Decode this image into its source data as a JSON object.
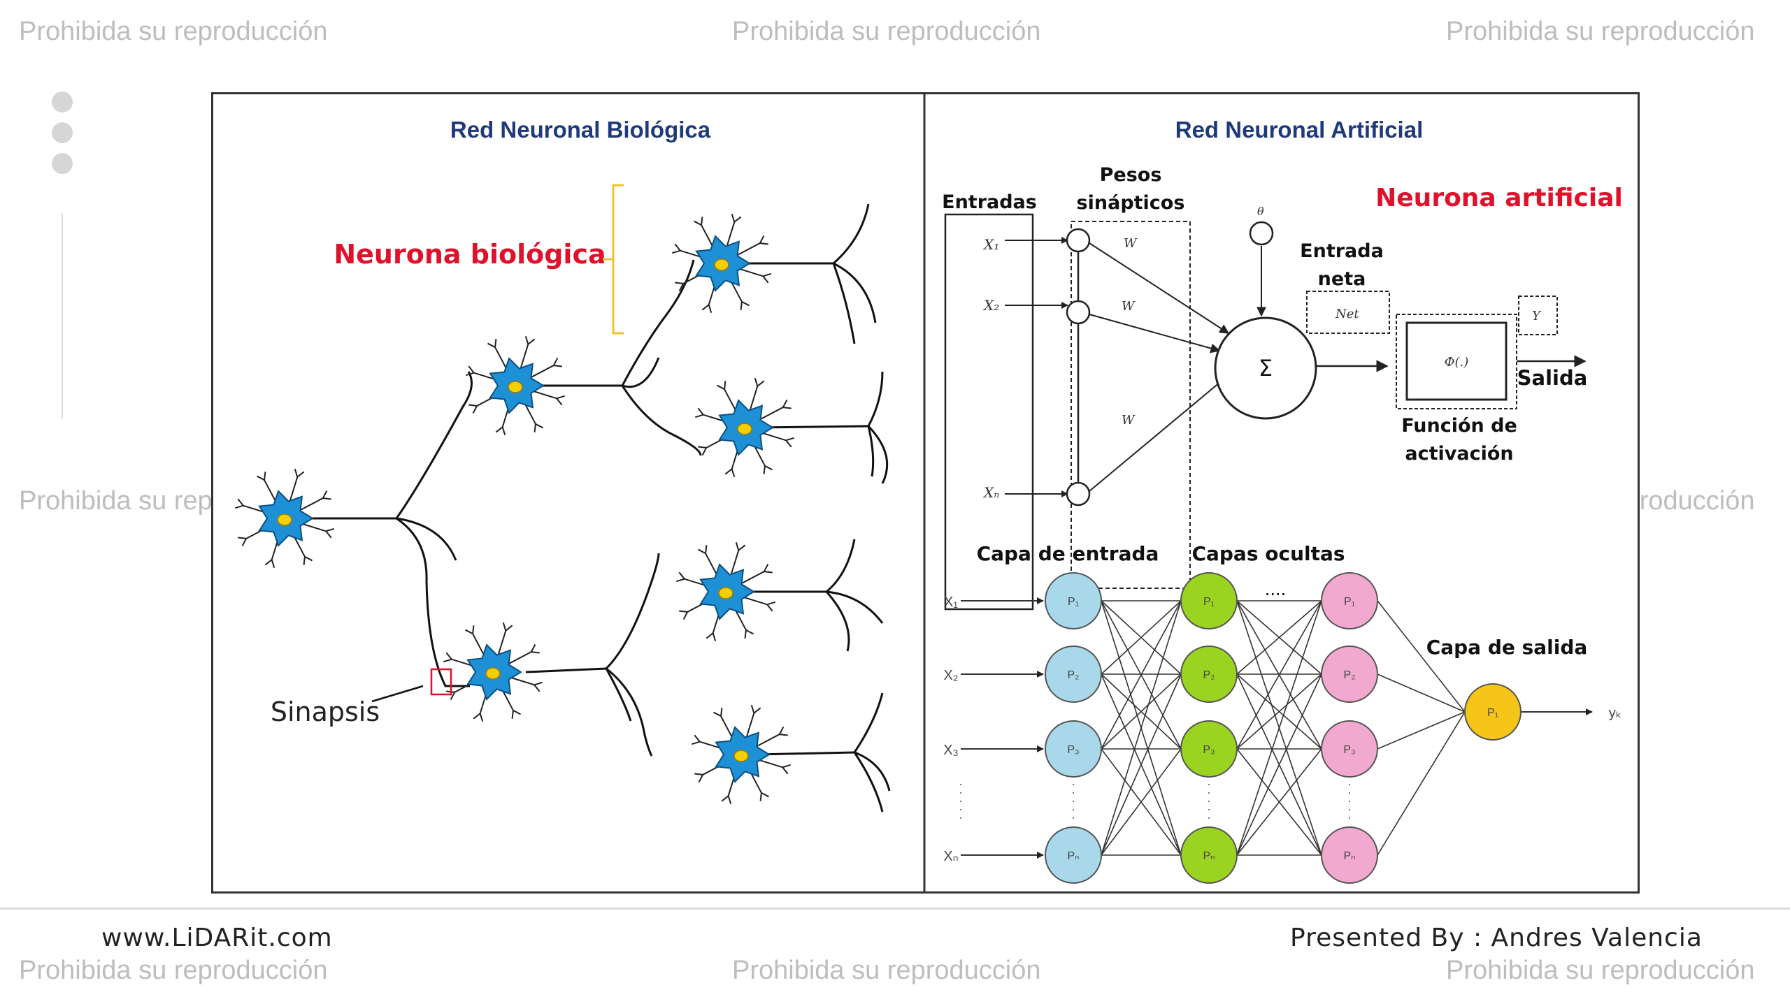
{
  "watermark": "Prohibida su reproducción",
  "footer": {
    "website": "www.LiDARit.com",
    "presenter": "Presented By : Andres Valencia"
  },
  "biological": {
    "title": "Red Neuronal Biológica",
    "neuron_label": "Neurona biológica",
    "synapse_label": "Sinapsis"
  },
  "artificial": {
    "title": "Red Neuronal Artificial",
    "neuron_label": "Neurona artificial",
    "inputs_label": "Entradas",
    "weights_label_1": "Pesos",
    "weights_label_2": "sinápticos",
    "net_input_1": "Entrada",
    "net_input_2": "neta",
    "activation_1": "Función de",
    "activation_2": "activación",
    "output_label": "Salida",
    "sum_symbol": "Σ",
    "net_symbol": "Net",
    "phi_symbol": "Φ(.)",
    "y_symbol": "Y",
    "theta_symbol": "θ",
    "x1": "X₁",
    "x2": "X₂",
    "xn": "Xₙ",
    "w1": "W",
    "w2": "W",
    "wn": "W"
  },
  "network": {
    "input_layer_label": "Capa de entrada",
    "hidden_layers_label": "Capas ocultas",
    "output_layer_label": "Capa de salida",
    "hidden_ellipsis": "....",
    "inputs": [
      "X₁",
      "X₂",
      "X₃",
      "Xₙ"
    ],
    "output": "yₖ",
    "input_node_labels": [
      "P₁",
      "P₂",
      "P₃",
      "Pₙ"
    ],
    "hidden1_node_labels": [
      "P₁",
      "P₂",
      "P₃",
      "Pₙ"
    ],
    "hidden2_node_labels": [
      "P₁",
      "P₂",
      "P₃",
      "Pₙ"
    ],
    "output_node_label": "P₁",
    "colors": {
      "input": "#a8d8ea",
      "hidden1": "#9bd321",
      "hidden2": "#f2a9cf",
      "output": "#f5c518",
      "neuron_body": "#1e90d6",
      "nucleus": "#f5d000"
    }
  }
}
